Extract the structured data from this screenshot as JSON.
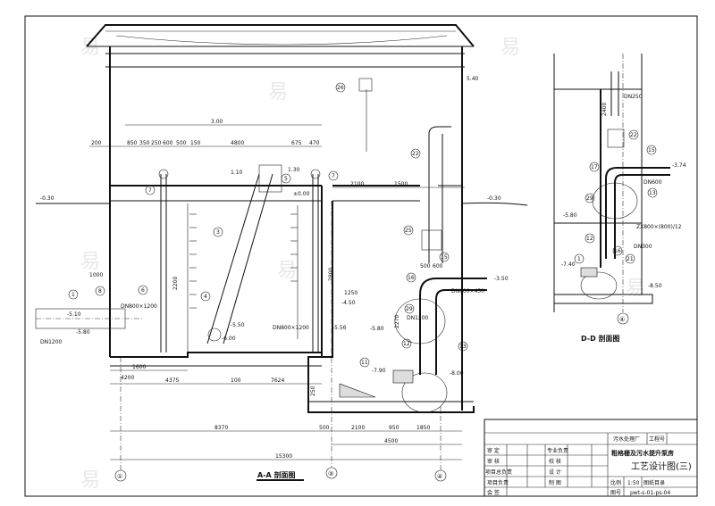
{
  "watermark": "易",
  "section_aa": {
    "title": "A-A 剖面图",
    "top_dims": [
      "200",
      "850",
      "350",
      "250",
      "600",
      "500",
      "150",
      "4800",
      "675",
      "470"
    ],
    "mid_dims": [
      "3.00",
      "2100",
      "1500",
      "500",
      "600"
    ],
    "elevations": [
      "-0.30",
      "-0.30",
      "5.40",
      "1.10",
      "1.30",
      "±0.00",
      "-5.10",
      "-5.80",
      "-5.50",
      "-6.00",
      "-5.56",
      "-4.50",
      "-5.80",
      "-7.90",
      "-8.00",
      "-3.50"
    ],
    "bottom_dims": [
      "1600",
      "4375",
      "100",
      "7624",
      "8370",
      "500",
      "2100",
      "950",
      "1850",
      "4500",
      "15300"
    ],
    "vert_dims": [
      "2200",
      "2800",
      "1250",
      "2270",
      "250"
    ],
    "callouts": [
      "26",
      "7",
      "3",
      "5",
      "4",
      "7",
      "6",
      "1",
      "8",
      "22",
      "25",
      "15",
      "16",
      "29",
      "12",
      "11",
      "13"
    ],
    "notes": [
      "DN1200",
      "1000",
      "DN800×1200",
      "DN800×1200",
      "DN600×450",
      "DN1200",
      "4200"
    ],
    "axes": [
      "①",
      "③",
      "④"
    ]
  },
  "section_dd": {
    "title": "D-D 剖面图",
    "elevations": [
      "-3.74",
      "-5.80",
      "-7.40",
      "-8.50",
      "2400"
    ],
    "callouts": [
      "22",
      "15",
      "17",
      "13",
      "29",
      "12",
      "21",
      "16",
      "1"
    ],
    "notes": [
      "DN600",
      "DN250",
      "DN300",
      "ZX800×(800)/12"
    ],
    "axis": "④"
  },
  "title_block": {
    "company": "污水处理厂",
    "project_no_label": "工程号",
    "roles": [
      "审 定",
      "审 核",
      "项目总负责",
      "项目负责",
      "会 签"
    ],
    "roles2": [
      "专业负责",
      "校 核",
      "设 计",
      "制 图"
    ],
    "drawing_title_1": "粗格栅及污水提升泵房",
    "drawing_title_2": "工艺设计图(三)",
    "scale_label": "比例",
    "scale": "1:50",
    "index_label": "图纸目录",
    "drawing_no_label": "图号",
    "drawing_no": "pwt-ε-01-ps-04"
  }
}
